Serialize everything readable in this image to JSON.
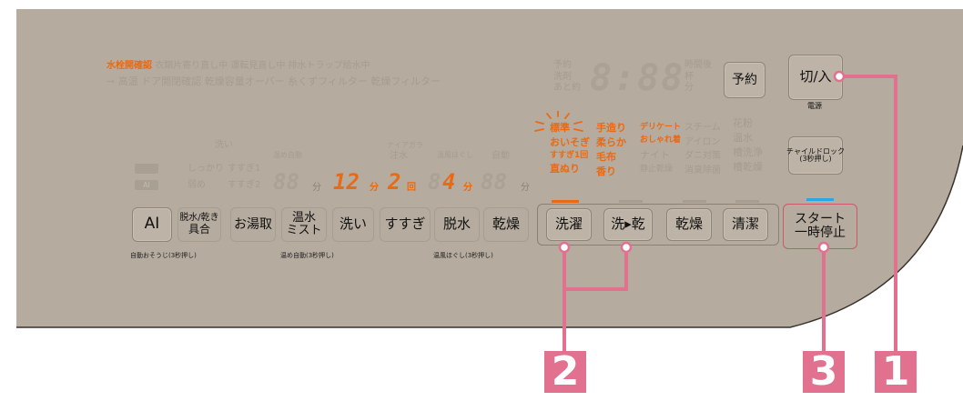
{
  "colors": {
    "panel": "#b5ab9e",
    "accent": "#ea6a14",
    "callout": "#e2708f",
    "blue": "#2aa6e0"
  },
  "status": {
    "row1": [
      "水栓開確認",
      "衣類片寄り直し中",
      "運転見直し中",
      "排水トラップ給水中"
    ],
    "row2": [
      "高温",
      "ドア開閉確認",
      "乾燥容量オーバー",
      "糸くずフィルター",
      "乾燥フィルター"
    ]
  },
  "display": {
    "left_labels": [
      "予約",
      "洗剤",
      "あと約"
    ],
    "right_labels": [
      "時間後",
      "杯",
      "分"
    ]
  },
  "settings_row": {
    "top": {
      "senta": "洗い",
      "ondo_jido": "温め自動",
      "nayagara": "ナイアガラ",
      "chusui": "注水",
      "onpu": "温風ほぐし",
      "jido": "自動"
    },
    "mid": {
      "ai_mode": "AI",
      "shikkari": "しっかり",
      "susugi1": "すすぎ1",
      "dasshi_ai": "AI"
    },
    "bot": {
      "yowame": "弱め",
      "susugi2": "すすぎ2"
    },
    "digits": {
      "wash_min": "12",
      "unit_min1": "分",
      "rinse_count": "2",
      "unit_kai": "回",
      "spin_min": "4",
      "unit_min2": "分",
      "unit_min3": "分",
      "unit_min4": "分"
    }
  },
  "courses": {
    "col1": [
      "標準",
      "おいそぎ",
      "すすぎ1回",
      "直ぬり"
    ],
    "col2": [
      "手造り",
      "柔らか",
      "毛布",
      "香り"
    ],
    "col3": [
      "デリケート",
      "おしゃれ着",
      "ナイト",
      "静止乾燥"
    ],
    "col4": [
      "スチーム",
      "アイロン",
      "ダニ対策",
      "消臭除菌"
    ],
    "col5": [
      "花粉",
      "温水",
      "槽洗浄",
      "槽乾燥"
    ]
  },
  "buttons": {
    "ai": "AI",
    "dasshi_top": "脱水/乾き",
    "dasshi_bot": "具合",
    "oyutori": "お湯取",
    "onsui_top": "温水",
    "onsui_bot": "ミスト",
    "arai": "洗い",
    "susugi": "すすぎ",
    "dassui": "脱水",
    "kanso": "乾燥",
    "sentaku": "洗濯",
    "sen_kan": "洗▸乾",
    "kanso2": "乾燥",
    "seiketsu": "清潔",
    "yoyaku": "予約",
    "power": "切/入",
    "power_sub": "電源",
    "child_top": "チャイルドロック",
    "child_bot": "(3秒押し)",
    "start_top": "スタート",
    "start_bot": "一時停止"
  },
  "sublabels": {
    "ai": "自動おそうじ(3秒押し)",
    "onsui": "温め自動(3秒押し)",
    "dassui": "温風ほぐし(3秒押し)"
  },
  "callouts": {
    "one": "1",
    "two": "2",
    "three": "3"
  }
}
